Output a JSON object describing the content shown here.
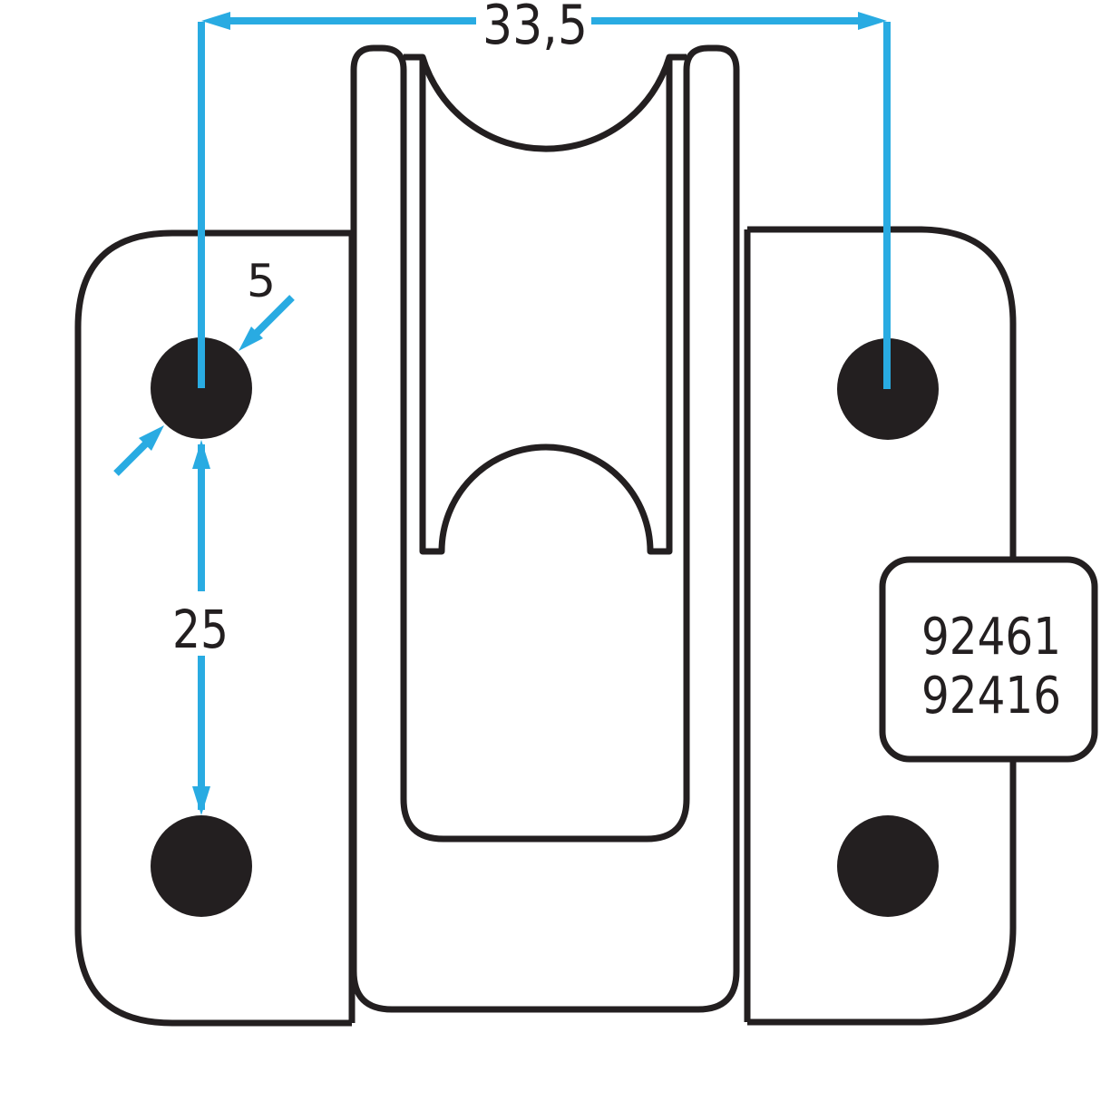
{
  "colors": {
    "accent": "#29ABE2",
    "ink": "#231F20",
    "paper": "#FFFFFF"
  },
  "dimensions": {
    "hole_spacing_width": "33,5",
    "hole_diameter": "5",
    "hole_spacing_height": "25"
  },
  "part_numbers": [
    "92461",
    "92416"
  ]
}
